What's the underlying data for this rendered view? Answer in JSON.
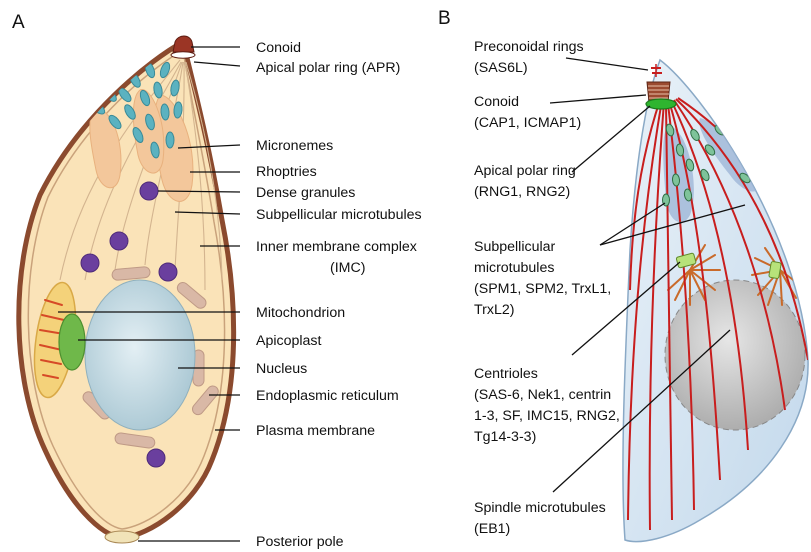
{
  "panels": {
    "a": "A",
    "b": "B"
  },
  "panel_a": {
    "labels": {
      "conoid": "Conoid",
      "apr": "Apical polar ring (APR)",
      "micronemes": "Micronemes",
      "rhoptries": "Rhoptries",
      "dense_granules": "Dense granules",
      "subpellicular": "Subpellicular microtubules",
      "imc_1": "Inner membrane complex",
      "imc_2": "(IMC)",
      "mitochondrion": "Mitochondrion",
      "apicoplast": "Apicoplast",
      "nucleus": "Nucleus",
      "er": "Endoplasmic reticulum",
      "plasma_membrane": "Plasma membrane",
      "posterior_pole": "Posterior pole"
    }
  },
  "panel_b": {
    "labels": {
      "preconoidal_1": "Preconoidal rings",
      "preconoidal_2": "(SAS6L)",
      "conoid_1": "Conoid",
      "conoid_2": "(CAP1, ICMAP1)",
      "apr_1": "Apical polar ring",
      "apr_2": "(RNG1, RNG2)",
      "sub_1": "Subpellicular",
      "sub_2": "microtubules",
      "sub_3": "(SPM1, SPM2, TrxL1,",
      "sub_4": "TrxL2)",
      "cent_1": "Centrioles",
      "cent_2": "(SAS-6, Nek1, centrin",
      "cent_3": "1-3, SF, IMC15, RNG2,",
      "cent_4": "Tg14-3-3)",
      "spindle_1": "Spindle microtubules",
      "spindle_2": "(EB1)"
    }
  },
  "colors": {
    "cytoplasm": "#fae3b8",
    "pellicle": "#8b4a2e",
    "microneme": "#5bb2c0",
    "rhoptry": "#f3c79b",
    "dense_granule": "#6a3f9e",
    "nucleus": "#c7dde6",
    "er": "#d9b8a6",
    "apicoplast": "#6fb84a",
    "mitochondrion": "#f4d27a",
    "cell_b": "#d7e6f2",
    "microtubule": "#c81e1e",
    "apr_ring": "#2fb52f",
    "conoid_b": "#9b4a30",
    "spindle": "#c96a2a"
  }
}
